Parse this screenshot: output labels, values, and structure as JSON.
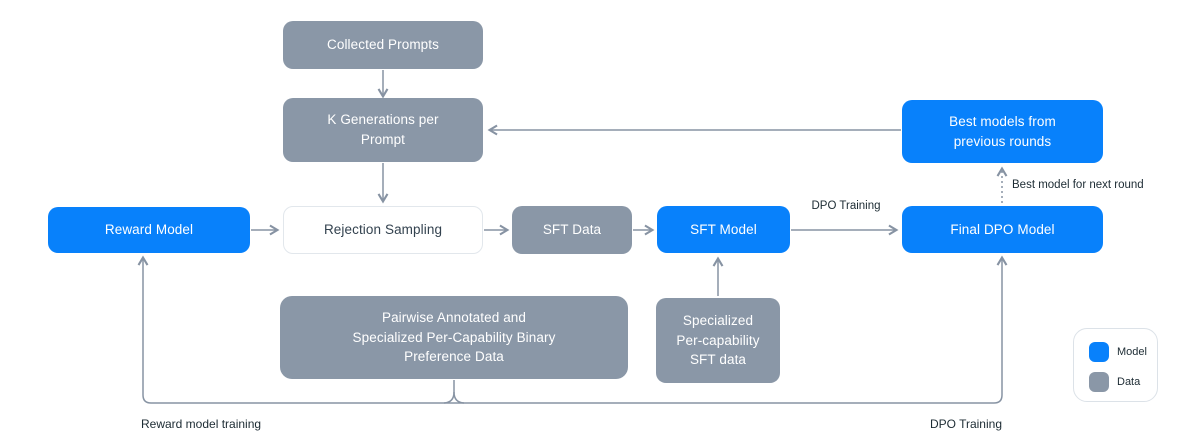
{
  "diagram": {
    "description_colors": {
      "model_blue": "#0881FB",
      "data_gray": "#8A97A7",
      "connector_gray": "#8793A3",
      "label_text": "#1C2B33"
    }
  },
  "nodes": {
    "collected_prompts": {
      "label": "Collected Prompts",
      "type": "data"
    },
    "k_generations": {
      "label": "K Generations per\nPrompt",
      "type": "data"
    },
    "rejection_sampling": {
      "label": "Rejection Sampling",
      "type": "process"
    },
    "reward_model": {
      "label": "Reward Model",
      "type": "model"
    },
    "sft_data": {
      "label": "SFT Data",
      "type": "data"
    },
    "sft_model": {
      "label": "SFT Model",
      "type": "model"
    },
    "final_dpo_model": {
      "label": "Final DPO Model",
      "type": "model"
    },
    "best_models": {
      "label": "Best models from\nprevious rounds",
      "type": "model"
    },
    "preference_data": {
      "label": "Pairwise Annotated and\nSpecialized Per-Capability Binary\nPreference Data",
      "type": "data"
    },
    "specialized_sft_data": {
      "label": "Specialized\nPer-capability\nSFT data",
      "type": "data"
    }
  },
  "edge_labels": {
    "dpo_training_top": "DPO Training",
    "best_model_next_round": "Best model for next round",
    "reward_model_training": "Reward model training",
    "dpo_training_bottom": "DPO Training"
  },
  "legend": {
    "items": [
      {
        "label": "Model",
        "color": "#0881FB"
      },
      {
        "label": "Data",
        "color": "#8A97A7"
      }
    ]
  }
}
